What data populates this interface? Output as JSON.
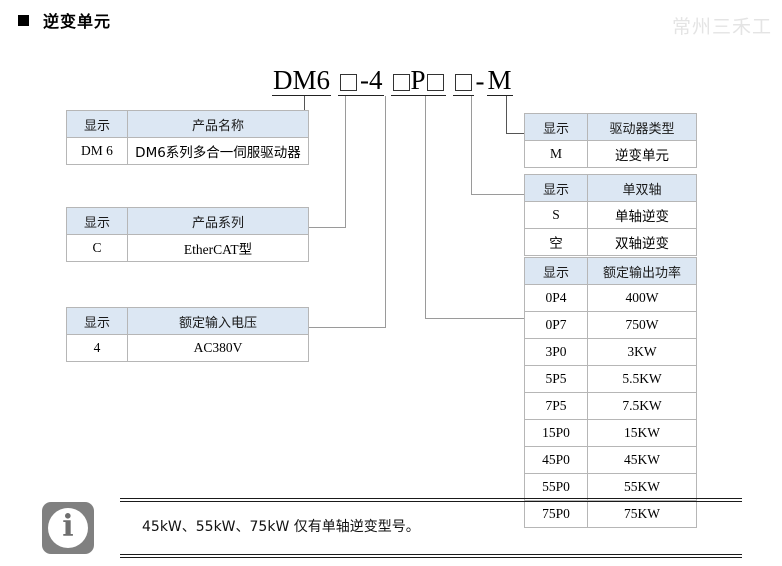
{
  "heading": {
    "bullet": "square-bullet",
    "title": "逆变单元"
  },
  "watermark": {
    "text": "常州三禾工"
  },
  "model_string": {
    "prefix": "DM6",
    "box1": "□",
    "dash_voltage": "-4",
    "box2": "□",
    "p_letter": "P",
    "box3": "□",
    "box4": "□",
    "dash": "-",
    "suffix": "M",
    "full": "DM6 □-4 □P□ □- M"
  },
  "left_tables": [
    {
      "id": "product-name",
      "headers": [
        "显示",
        "产品名称"
      ],
      "rows": [
        [
          "DM 6",
          "DM6系列多合一伺服驱动器"
        ]
      ]
    },
    {
      "id": "product-series",
      "headers": [
        "显示",
        "产品系列"
      ],
      "rows": [
        [
          "C",
          "EtherCAT型"
        ]
      ]
    },
    {
      "id": "input-voltage",
      "headers": [
        "显示",
        "额定输入电压"
      ],
      "rows": [
        [
          "4",
          "AC380V"
        ]
      ]
    }
  ],
  "right_tables": [
    {
      "id": "driver-type",
      "headers": [
        "显示",
        "驱动器类型"
      ],
      "rows": [
        [
          "M",
          "逆变单元"
        ]
      ]
    },
    {
      "id": "axis-mode",
      "headers": [
        "显示",
        "单双轴"
      ],
      "rows": [
        [
          "S",
          "单轴逆变"
        ],
        [
          "空",
          "双轴逆变"
        ]
      ]
    },
    {
      "id": "output-power",
      "headers": [
        "显示",
        "额定输出功率"
      ],
      "rows": [
        [
          "0P4",
          "400W"
        ],
        [
          "0P7",
          "750W"
        ],
        [
          "3P0",
          "3KW"
        ],
        [
          "5P5",
          "5.5KW"
        ],
        [
          "7P5",
          "7.5KW"
        ],
        [
          "15P0",
          "15KW"
        ],
        [
          "45P0",
          "45KW"
        ],
        [
          "55P0",
          "55KW"
        ],
        [
          "75P0",
          "75KW"
        ]
      ]
    }
  ],
  "note": {
    "icon": "info-icon",
    "icon_glyph": "i",
    "text": "45kW、55kW、75kW 仅有单轴逆变型号。"
  },
  "colors": {
    "header_fill": "#dce7f3",
    "border": "#b6b6b6",
    "connector": "#9a9a9a",
    "watermark": "#e4e4e4",
    "icon_gray": "#808080"
  }
}
